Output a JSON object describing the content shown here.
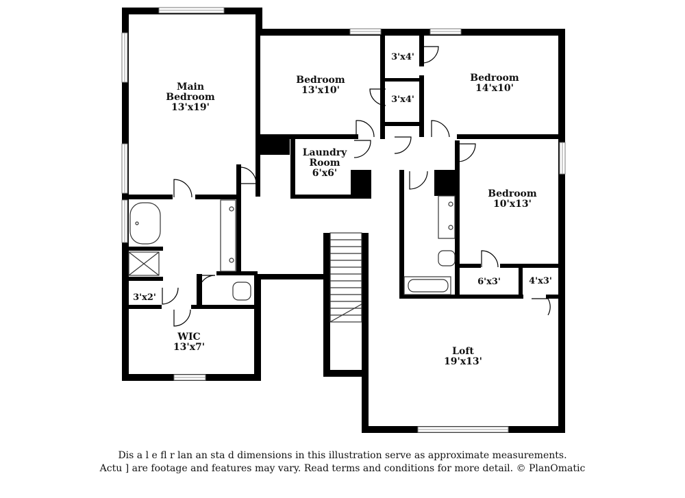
{
  "rooms": {
    "main_bedroom": {
      "line1": "Main",
      "line2": "Bedroom",
      "dims": "13'x19'"
    },
    "bedroom_a": {
      "name": "Bedroom",
      "dims": "13'x10'"
    },
    "closet_a": {
      "dims": "3'x4'"
    },
    "closet_b": {
      "dims": "3'x4'"
    },
    "bedroom_b": {
      "name": "Bedroom",
      "dims": "14'x10'"
    },
    "laundry": {
      "line1": "Laundry",
      "line2": "Room",
      "dims": "6'x6'"
    },
    "bedroom_c": {
      "name": "Bedroom",
      "dims": "10'x13'"
    },
    "closet_c": {
      "dims": "6'x3'"
    },
    "closet_d": {
      "dims": "4'x3'"
    },
    "closet_e": {
      "dims": "3'x2'"
    },
    "wic": {
      "name": "WIC",
      "dims": "13'x7'"
    },
    "loft": {
      "name": "Loft",
      "dims": "19'x13'"
    }
  },
  "disclaimer": {
    "line1": "Dis    a      l e fl    r  lan an  sta   d dimensions in this illustration serve as approximate measurements.",
    "line2": "Actu    ]   are footage and features may vary. Read terms and conditions for more detail. © PlanOmatic"
  }
}
